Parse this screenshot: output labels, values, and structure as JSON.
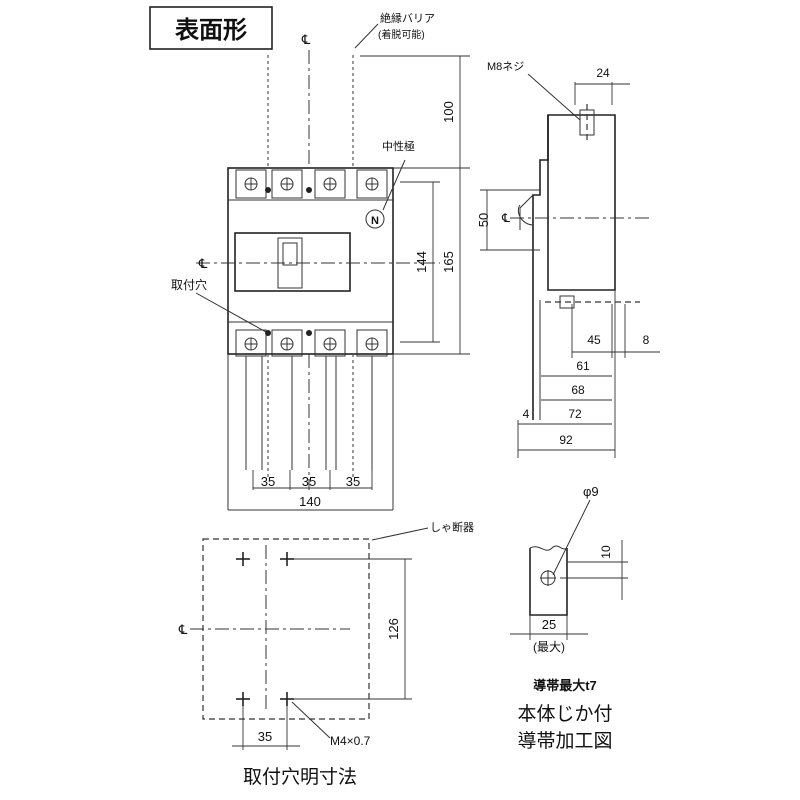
{
  "title": "表面形",
  "labels": {
    "barrier_line1": "絶縁バリア",
    "barrier_line2": "(着脱可能)",
    "neutral_pole": "中性極",
    "mounting_hole": "取付穴",
    "n_mark": "N",
    "screw": "M8ネジ",
    "breaker": "しゃ断器",
    "tap": "M4×0.7",
    "hole_size": "φ9",
    "max": "(最大)",
    "conductor_max": "導帯最大t7",
    "caption_hole_line1": "取付穴明寸法",
    "caption_conductor_line1": "本体じか付",
    "caption_conductor_line2": "導帯加工図",
    "centerline": "℄"
  },
  "dimensions": {
    "d100": "100",
    "d165": "165",
    "d144": "144",
    "d35a": "35",
    "d35b": "35",
    "d35c": "35",
    "d140": "140",
    "d24": "24",
    "d50": "50",
    "d45": "45",
    "d8": "8",
    "d61": "61",
    "d68": "68",
    "d4": "4",
    "d72": "72",
    "d92": "92",
    "d126": "126",
    "d35d": "35",
    "d10": "10",
    "d25": "25"
  }
}
